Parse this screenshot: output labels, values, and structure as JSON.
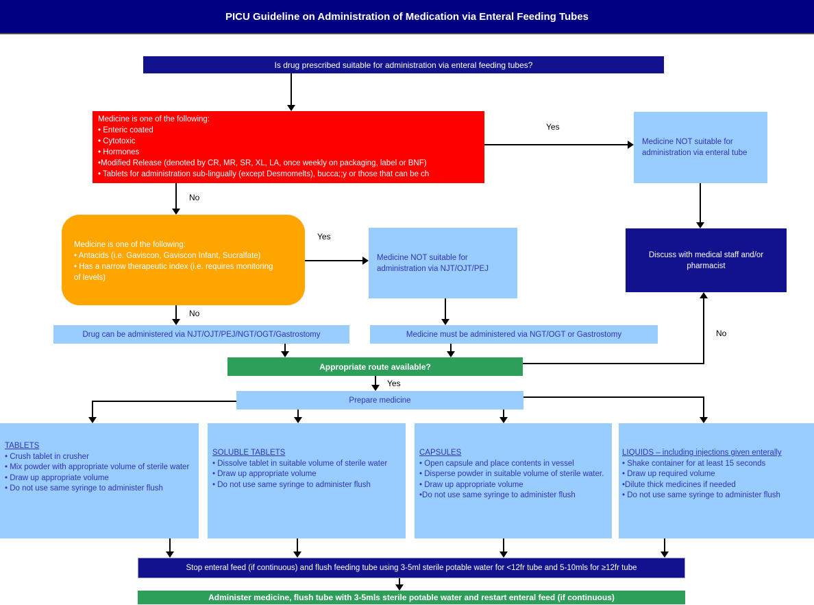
{
  "colors": {
    "header_navy": "#000080",
    "navy_box": "#12128F",
    "red": "#FF0000",
    "orange": "#FFA500",
    "light_blue": "#99CCFF",
    "green": "#2E9E5B",
    "blue_box_text": "#3333B3",
    "connector_black": "#000000"
  },
  "header": {
    "title": "PICU Guideline on Administration of Medication via Enteral Feeding Tubes"
  },
  "flow": {
    "question": "Is drug prescribed suitable for administration via enteral feeding tubes?",
    "labels": {
      "yes": "Yes",
      "no": "No"
    },
    "red_box": {
      "lines": [
        "Medicine is one of the following:",
        "• Enteric coated",
        "• Cytotoxic",
        "• Hormones",
        "•Modified Release (denoted by CR, MR, SR, XL, LA, once weekly on packaging, label or BNF)",
        "• Tablets for administration sub-lingually (except Desmomelts), bucca;;y or those that can be ch"
      ]
    },
    "not_suitable_enteral": "Medicine NOT suitable for administration via enteral tube",
    "orange_box": {
      "lines": [
        "Medicine is one of the following:",
        "• Antacids (i.e. Gaviscon, Gaviscon Infant, Sucralfate)",
        "• Has a narrow therapeutic index (i.e. requires monitoring",
        "of levels)"
      ]
    },
    "not_suitable_njt": "Medicine NOT suitable for administration via NJT/OJT/PEJ",
    "discuss": "Discuss with medical staff and/or pharmacist",
    "drug_can": "Drug can be administered via NJT/OJT/PEJ/NGT/OGT/Gastrostomy",
    "medicine_must": "Medicine must be administered via NGT/OGT or Gastrostomy",
    "route_q": "Appropriate route available?",
    "prepare": "Prepare medicine",
    "prep_boxes": [
      {
        "heading": "TABLETS",
        "items": [
          "• Crush tablet in crusher",
          "• Mix powder with appropriate volume of sterile water",
          "• Draw up appropriate volume",
          "• Do not  use same syringe to administer flush"
        ]
      },
      {
        "heading": "SOLUBLE TABLETS",
        "items": [
          "• Dissolve tablet in suitable volume of sterile water",
          "• Draw up appropriate volume",
          "• Do not use same syringe to administer flush"
        ]
      },
      {
        "heading": "CAPSULES",
        "items": [
          "• Open capsule and place contents in vessel",
          "• Disperse powder in suitable volume of sterile water.",
          "• Draw up appropriate volume",
          "•Do not use same syringe to administer flush"
        ]
      },
      {
        "heading": "LIQUIDS – including injections given enterally",
        "items": [
          "• Shake container for at least 15 seconds",
          "• Draw up required volume",
          "•Dilute thick medicines if needed",
          "• Do not use same syringe to administer flush"
        ]
      }
    ],
    "stop_bar": "Stop enteral feed (if continuous) and flush feeding tube using 3-5ml sterile potable water for <12fr tube and 5-10mls for ≥12fr tube",
    "administer_bar": "Administer medicine, flush tube with 3-5mls sterile potable water and restart enteral feed (if continuous)"
  }
}
